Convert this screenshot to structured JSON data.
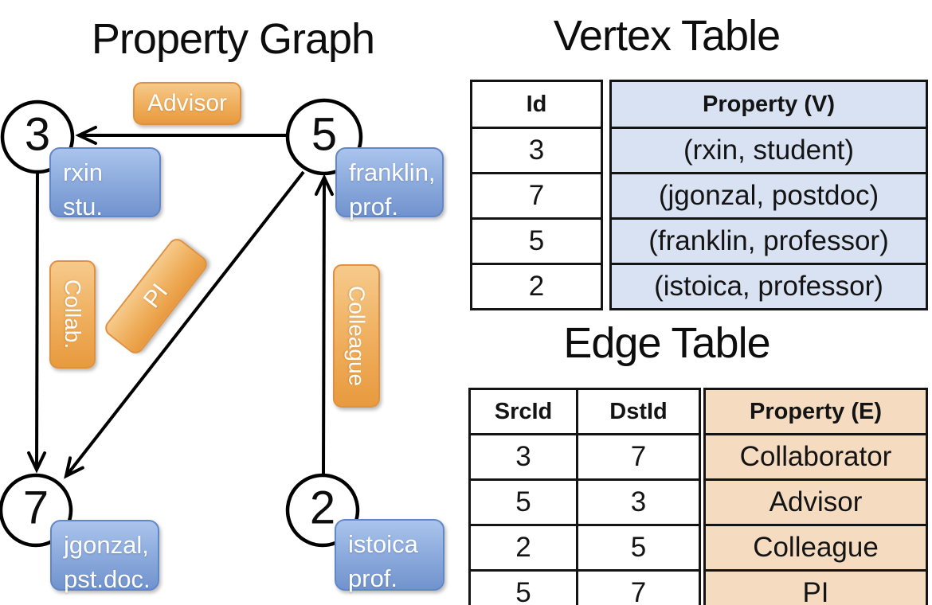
{
  "graph": {
    "title": "Property Graph",
    "nodes": [
      {
        "label": "3"
      },
      {
        "label": "5"
      },
      {
        "label": "7"
      },
      {
        "label": "2"
      }
    ],
    "vertex_boxes": [
      {
        "line1": "rxin",
        "line2": "stu."
      },
      {
        "line1": "franklin,",
        "line2": "prof."
      },
      {
        "line1": "jgonzal,",
        "line2": "pst.doc."
      },
      {
        "line1": "istoica",
        "line2": "prof."
      }
    ],
    "edge_boxes": [
      {
        "label": "Advisor"
      },
      {
        "label": "Collab."
      },
      {
        "label": "PI"
      },
      {
        "label": "Colleague"
      }
    ]
  },
  "vertex_table": {
    "title": "Vertex Table",
    "headers": {
      "id": "Id",
      "property": "Property (V)"
    },
    "rows": [
      {
        "id": "3",
        "property": "(rxin, student)"
      },
      {
        "id": "7",
        "property": "(jgonzal, postdoc)"
      },
      {
        "id": "5",
        "property": "(franklin, professor)"
      },
      {
        "id": "2",
        "property": "(istoica, professor)"
      }
    ]
  },
  "edge_table": {
    "title": "Edge Table",
    "headers": {
      "src": "SrcId",
      "dst": "DstId",
      "property": "Property (E)"
    },
    "rows": [
      {
        "src": "3",
        "dst": "7",
        "property": "Collaborator"
      },
      {
        "src": "5",
        "dst": "3",
        "property": "Advisor"
      },
      {
        "src": "2",
        "dst": "5",
        "property": "Colleague"
      },
      {
        "src": "5",
        "dst": "7",
        "property": "PI"
      }
    ]
  },
  "colors": {
    "edge_label_accent": "#EDA24C",
    "vertex_label_accent": "#8BA9DC",
    "vertex_table_fill": "#D9E2F3",
    "edge_table_fill": "#F5DCC1",
    "line_color": "#000000"
  }
}
